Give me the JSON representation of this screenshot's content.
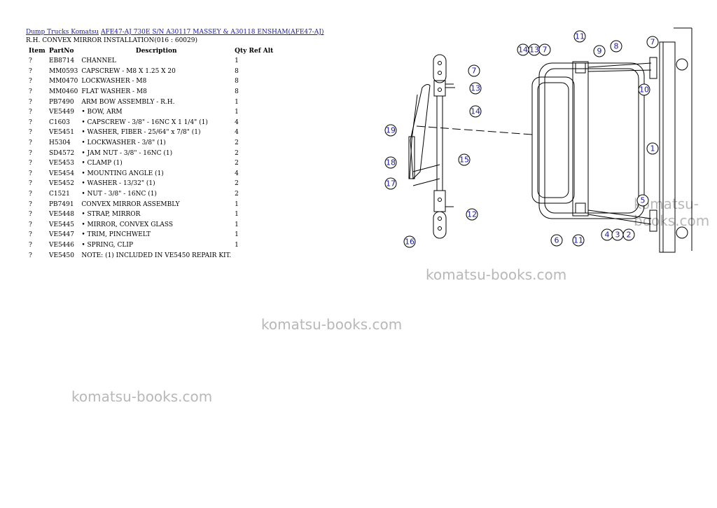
{
  "breadcrumb": {
    "link1": "Dump Trucks Komatsu",
    "link2": "AFE47-AJ 730E S/N A30117 MASSEY & A30118 ENSHAM(AFE47-AJ)"
  },
  "subtitle": "R.H. CONVEX MIRROR INSTALLATION(016 : 60029)",
  "table": {
    "headers": {
      "item": "Item",
      "part": "PartNo",
      "desc": "Description",
      "qty": "Qty Ref Alt"
    },
    "rows": [
      {
        "item": "?",
        "part": "EB8714",
        "desc": "CHANNEL",
        "qty": "1"
      },
      {
        "item": "?",
        "part": "MM0593",
        "desc": "CAPSCREW - M8 X 1.25 X 20",
        "qty": "8"
      },
      {
        "item": "?",
        "part": "MM0470",
        "desc": "LOCKWASHER - M8",
        "qty": "8"
      },
      {
        "item": "?",
        "part": "MM0460",
        "desc": "FLAT WASHER - M8",
        "qty": "8"
      },
      {
        "item": "?",
        "part": "PB7490",
        "desc": "ARM BOW ASSEMBLY - R.H.",
        "qty": "1"
      },
      {
        "item": "?",
        "part": "VE5449",
        "desc": "• BOW, ARM",
        "qty": "1"
      },
      {
        "item": "?",
        "part": "C1603",
        "desc": "• CAPSCREW - 3/8\" - 16NC X 1 1/4\" (1)",
        "qty": "4"
      },
      {
        "item": "?",
        "part": "VE5451",
        "desc": "• WASHER, FIBER - 25/64\" x 7/8\" (1)",
        "qty": "4"
      },
      {
        "item": "?",
        "part": "H5304",
        "desc": "• LOCKWASHER - 3/8\" (1)",
        "qty": "2"
      },
      {
        "item": "?",
        "part": "SD4572",
        "desc": "• JAM NUT - 3/8\" - 16NC (1)",
        "qty": "2"
      },
      {
        "item": "?",
        "part": "VE5453",
        "desc": "• CLAMP (1)",
        "qty": "2"
      },
      {
        "item": "?",
        "part": "VE5454",
        "desc": "• MOUNTING ANGLE (1)",
        "qty": "4"
      },
      {
        "item": "?",
        "part": "VE5452",
        "desc": "• WASHER - 13/32\" (1)",
        "qty": "2"
      },
      {
        "item": "?",
        "part": "C1521",
        "desc": "• NUT - 3/8\" - 16NC (1)",
        "qty": "2"
      },
      {
        "item": "?",
        "part": "PB7491",
        "desc": "CONVEX MIRROR ASSEMBLY",
        "qty": "1"
      },
      {
        "item": "?",
        "part": "VE5448",
        "desc": "• STRAP, MIRROR",
        "qty": "1"
      },
      {
        "item": "?",
        "part": "VE5445",
        "desc": "• MIRROR, CONVEX GLASS",
        "qty": "1"
      },
      {
        "item": "?",
        "part": "VE5447",
        "desc": "• TRIM, PINCHWELT",
        "qty": "1"
      },
      {
        "item": "?",
        "part": "VE5446",
        "desc": "• SPRING, CLIP",
        "qty": "1"
      },
      {
        "item": "?",
        "part": "VE5450",
        "desc": "NOTE: (1) INCLUDED IN VE5450 REPAIR KIT.",
        "qty": ""
      }
    ]
  },
  "watermarks": [
    "komatsu-books.com",
    "komatsu-books.com",
    "komatsu-books.com",
    "komatsu-books.com"
  ],
  "callouts": [
    "11",
    "14",
    "13",
    "7",
    "9",
    "8",
    "7",
    "10",
    "7",
    "13",
    "14",
    "19",
    "15",
    "18",
    "17",
    "12",
    "16",
    "1",
    "5",
    "6",
    "11",
    "4",
    "3",
    "2"
  ]
}
